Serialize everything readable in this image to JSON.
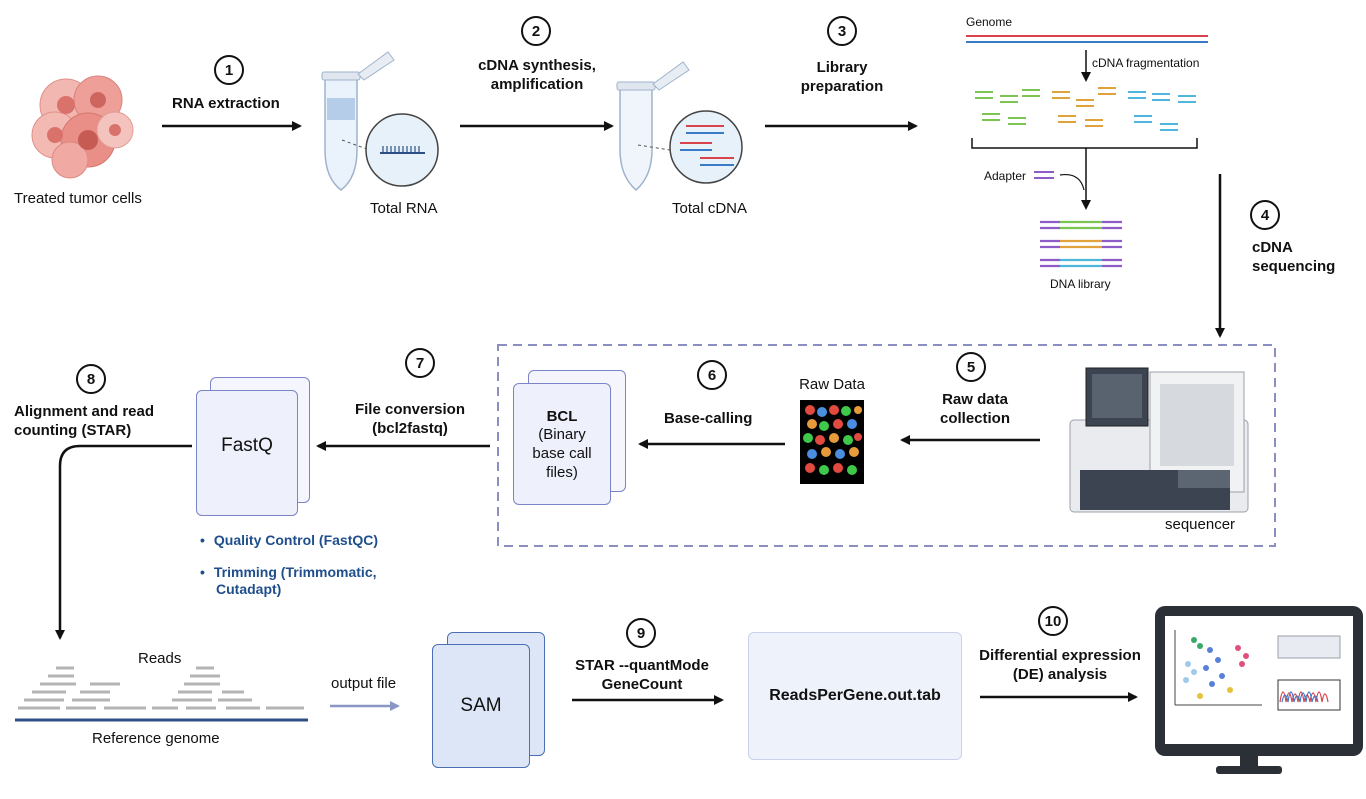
{
  "steps": {
    "s1": "1",
    "s2": "2",
    "s3": "3",
    "s4": "4",
    "s5": "5",
    "s6": "6",
    "s7": "7",
    "s8": "8",
    "s9": "9",
    "s10": "10"
  },
  "labels": {
    "treated_cells": "Treated tumor cells",
    "rna_extraction": "RNA extraction",
    "total_rna": "Total RNA",
    "cdna_synthesis_l1": "cDNA synthesis,",
    "cdna_synthesis_l2": "amplification",
    "total_cdna": "Total cDNA",
    "library_prep_l1": "Library",
    "library_prep_l2": "preparation",
    "genome": "Genome",
    "cdna_fragmentation": "cDNA fragmentation",
    "adapter": "Adapter",
    "dna_library": "DNA library",
    "cdna_sequencing_l1": "cDNA",
    "cdna_sequencing_l2": "sequencing",
    "sequencer": "sequencer",
    "raw_data_collection_l1": "Raw data",
    "raw_data_collection_l2": "collection",
    "raw_data": "Raw Data",
    "base_calling": "Base-calling",
    "bcl_title": "BCL",
    "bcl_l1": "(Binary",
    "bcl_l2": "base call",
    "bcl_l3": "files)",
    "file_conversion_l1": "File conversion",
    "file_conversion_l2": "(bcl2fastq)",
    "fastq": "FastQ",
    "qc_item": "Quality Control (FastQC)",
    "trim_item_l1": "Trimming (Trimmomatic,",
    "trim_item_l2": "Cutadapt)",
    "alignment_l1": "Alignment and read",
    "alignment_l2": "counting (STAR)",
    "reads": "Reads",
    "reference_genome": "Reference genome",
    "output_file": "output file",
    "sam": "SAM",
    "star_quant_l1": "STAR --quantMode",
    "star_quant_l2": "GeneCount",
    "reads_per_gene": "ReadsPerGene.out.tab",
    "de_l1": "Differential expression",
    "de_l2": "(DE) analysis"
  },
  "colors": {
    "arrow": "#111111",
    "dashed_box": "#8a8fc0",
    "doc_fill": "#eef0fb",
    "doc_border": "#7b84c8",
    "bullet_text": "#1f4e8c",
    "cell": "#e79a94",
    "red_strand": "#d9434b",
    "blue_strand": "#3a7bc8",
    "green_frag": "#7cc553",
    "orange_frag": "#e0a23a",
    "cyan_frag": "#4fb6dc",
    "purple_adapter": "#8e5cc6"
  }
}
